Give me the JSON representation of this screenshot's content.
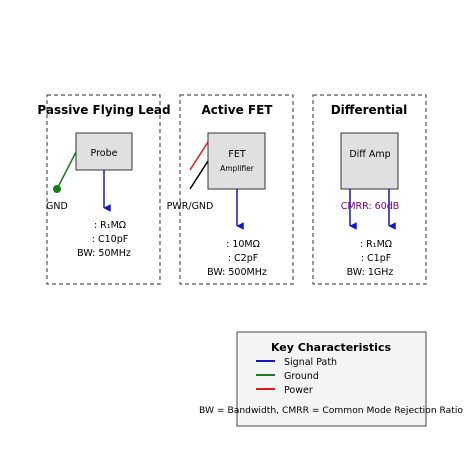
{
  "colors": {
    "signal": "#1515c8",
    "ground": "#1a7a1a",
    "power": "#e01818",
    "cmrr": "#800080",
    "box_fill": "#e0e0e0",
    "legend_fill": "#f4f4f4"
  },
  "panels": [
    {
      "title": "Passive Flying Lead",
      "block_label": "Probe",
      "block_sublabel": "",
      "lead_label": "GND",
      "specs": [
        ": R₁MΩ",
        ": C10pF",
        "BW: 50MHz"
      ]
    },
    {
      "title": "Active FET",
      "block_label": "FET",
      "block_sublabel": "Amplifier",
      "lead_label": "PWR/GND",
      "specs": [
        ": 10MΩ",
        ": C2pF",
        "BW: 500MHz"
      ]
    },
    {
      "title": "Differential",
      "block_label": "Diff Amp",
      "block_sublabel": "",
      "lead_label": "CMRR: 60dB",
      "specs": [
        ": R₁MΩ",
        ": C1pF",
        "BW: 1GHz"
      ]
    }
  ],
  "legend": {
    "title": "Key Characteristics",
    "items": [
      {
        "label": "Signal Path",
        "color_key": "signal"
      },
      {
        "label": "Ground",
        "color_key": "ground"
      },
      {
        "label": "Power",
        "color_key": "power"
      }
    ],
    "footnote": "BW = Bandwidth, CMRR = Common Mode Rejection Ratio"
  }
}
